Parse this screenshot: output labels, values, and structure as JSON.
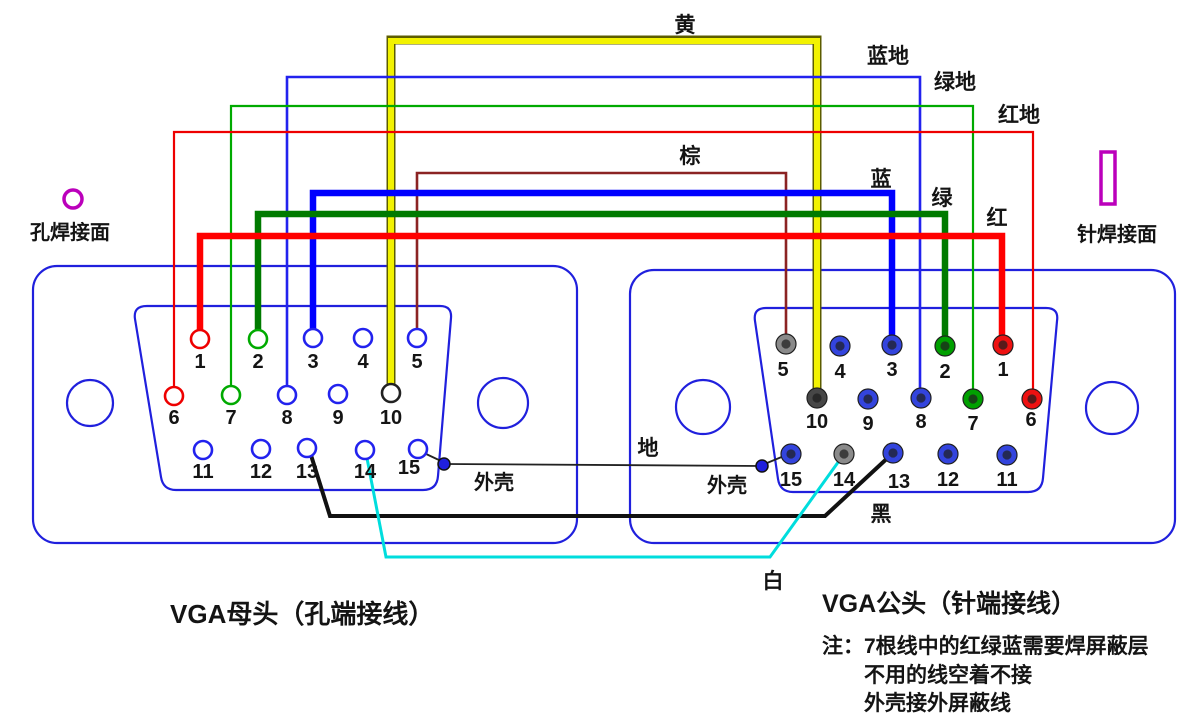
{
  "colors": {
    "connector_outline": "#2020dd",
    "solder_mark": "#bb00bb",
    "yellow_edge": "#5c5c00",
    "pin_core": "#1e1e1e",
    "text": "#141414"
  },
  "solder_marks": {
    "hole_face_label": "孔焊接面",
    "pin_face_label": "针焊接面"
  },
  "wires": {
    "yellow": {
      "label": "黄",
      "color": "#f2f200"
    },
    "blue_ground": {
      "label": "蓝地",
      "color": "#2222ee"
    },
    "green_ground": {
      "label": "绿地",
      "color": "#00aa00"
    },
    "red_ground": {
      "label": "红地",
      "color": "#ee0000"
    },
    "brown": {
      "label": "棕",
      "color": "#8b2323"
    },
    "blue": {
      "label": "蓝",
      "color": "#0000ff"
    },
    "green": {
      "label": "绿",
      "color": "#007a00"
    },
    "red": {
      "label": "红",
      "color": "#ff0000"
    },
    "ground": {
      "label": "地",
      "color": "#222222"
    },
    "black": {
      "label": "黑",
      "color": "#111111"
    },
    "white": {
      "label": "白",
      "color": "#00dddd"
    },
    "shell_left": {
      "label": "外壳"
    },
    "shell_right": {
      "label": "外壳"
    }
  },
  "pins": {
    "left": {
      "numbers": [
        "1",
        "2",
        "3",
        "4",
        "5",
        "6",
        "7",
        "8",
        "9",
        "10",
        "11",
        "12",
        "13",
        "14",
        "15"
      ],
      "colors": [
        "#ee0000",
        "#00aa00",
        "#2222ee",
        "#2222ee",
        "#2222ee",
        "#ee0000",
        "#00aa00",
        "#2222ee",
        "#2222ee",
        "#222222",
        "#2222ee",
        "#2222ee",
        "#2222ee",
        "#2222ee",
        "#2222ee"
      ]
    },
    "right": {
      "numbers": [
        "5",
        "4",
        "3",
        "2",
        "1",
        "10",
        "9",
        "8",
        "7",
        "6",
        "15",
        "14",
        "13",
        "12",
        "11"
      ],
      "colors": [
        "#8a8a8a",
        "#3344dd",
        "#3344dd",
        "#00a000",
        "#ee1111",
        "#474747",
        "#3344dd",
        "#3344dd",
        "#00a000",
        "#ee1111",
        "#3344dd",
        "#8a8a8a",
        "#3344dd",
        "#3344dd",
        "#3344dd"
      ]
    }
  },
  "titles": {
    "left": "VGA母头（孔端接线）",
    "right": "VGA公头（针端接线）"
  },
  "note": {
    "line1": "注：7根线中的红绿蓝需要焊屏蔽层",
    "line2": "不用的线空着不接",
    "line3": "外壳接外屏蔽线"
  }
}
